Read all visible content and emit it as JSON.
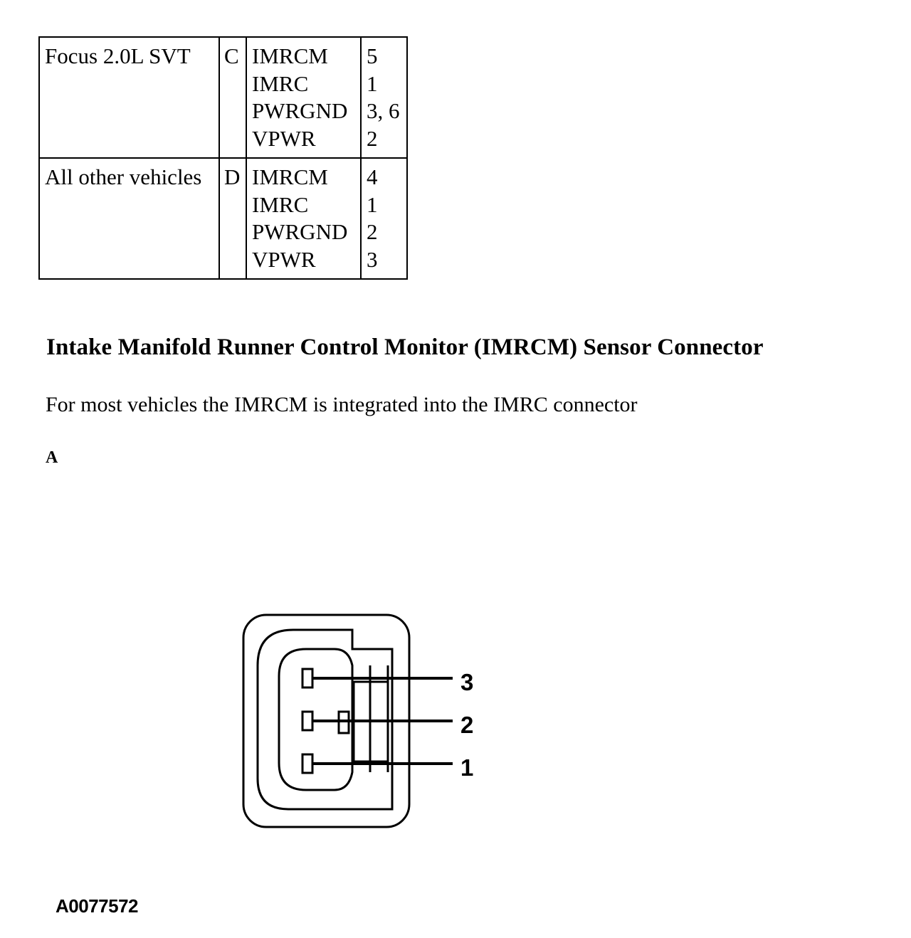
{
  "pin_table": {
    "rows": [
      {
        "vehicle": "Focus 2.0L SVT",
        "connector": "C",
        "circuits": [
          "IMRCM",
          "IMRC",
          "PWRGND",
          "VPWR"
        ],
        "pins": [
          "5",
          "1",
          "3, 6",
          "2"
        ]
      },
      {
        "vehicle": "All other vehicles",
        "connector": "D",
        "circuits": [
          "IMRCM",
          "IMRC",
          "PWRGND",
          "VPWR"
        ],
        "pins": [
          "4",
          "1",
          "2",
          "3"
        ]
      }
    ]
  },
  "section": {
    "heading": "Intake Manifold Runner Control Monitor (IMRCM) Sensor Connector",
    "description": "For most vehicles the IMRCM is integrated into the IMRC connector",
    "connector_label": "A"
  },
  "diagram": {
    "pin_callouts": [
      "3",
      "2",
      "1"
    ],
    "figure_id": "A0077572"
  }
}
